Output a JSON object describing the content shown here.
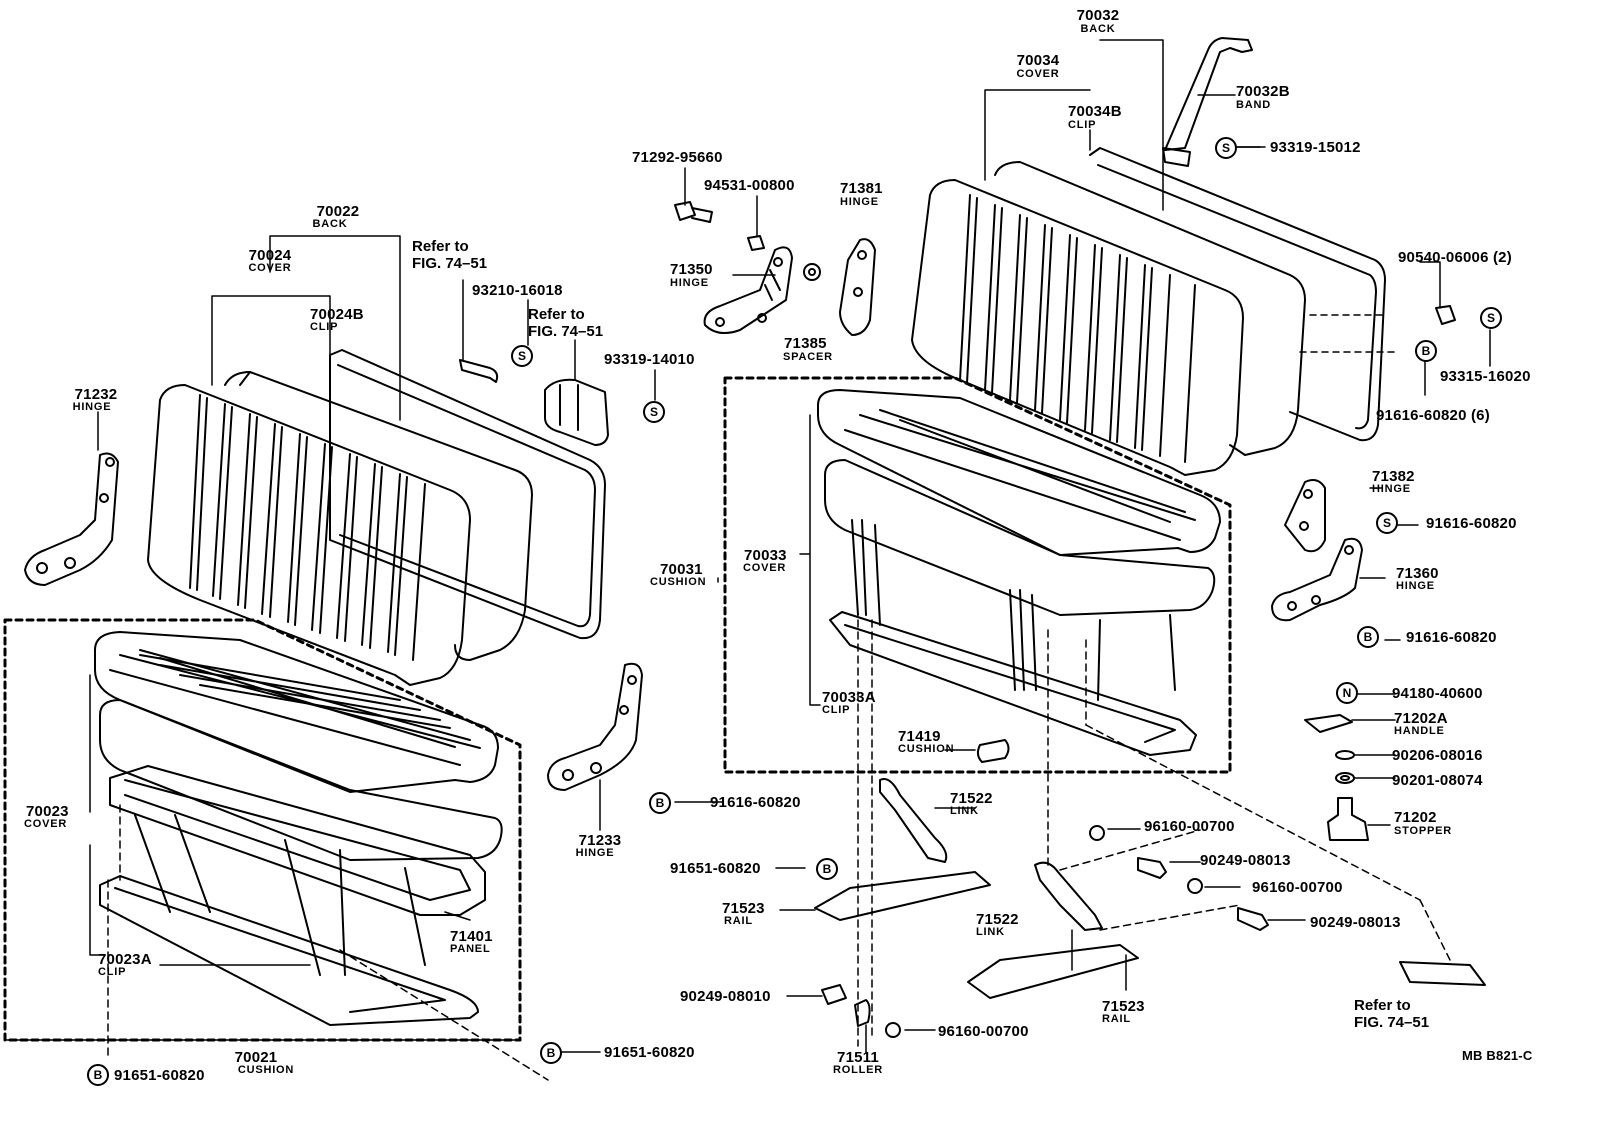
{
  "footer": {
    "figure_code": "MB B821-C"
  },
  "symbols": {
    "S": "S",
    "B": "B",
    "N": "N"
  },
  "parts": {
    "p70032": "70032",
    "p70032_cap": "BACK",
    "p70034": "70034",
    "p70034_cap": "COVER",
    "p70034B": "70034B",
    "p70034B_cap": "CLIP",
    "p70032B": "70032B",
    "p70032B_cap": "BAND",
    "p93319_15012": "93319-15012",
    "p71292_95660": "71292-95660",
    "p94531_00800": "94531-00800",
    "p71381": "71381",
    "p71381_cap": "HINGE",
    "p71350": "71350",
    "p71350_cap": "HINGE",
    "p71385": "71385",
    "p71385_cap": "SPACER",
    "p90540_06006": "90540-06006 (2)",
    "p93315_16020": "93315-16020",
    "p91616_60820_6": "91616-60820 (6)",
    "p70022": "70022",
    "p70022_cap": "BACK",
    "p70024": "70024",
    "p70024_cap": "COVER",
    "p70024B": "70024B",
    "p70024B_cap": "CLIP",
    "ref_a_line1": "Refer to",
    "ref_a_line2": "FIG. 74–51",
    "p93210_16018": "93210-16018",
    "ref_b_line1": "Refer to",
    "ref_b_line2": "FIG. 74–51",
    "p93319_14010": "93319-14010",
    "p71232": "71232",
    "p71232_cap": "HINGE",
    "p71382": "71382",
    "p71382_cap": "HINGE",
    "p91616_60820_a": "91616-60820",
    "p71360": "71360",
    "p71360_cap": "HINGE",
    "p91616_60820_b": "91616-60820",
    "p70031": "70031",
    "p70031_cap": "CUSHION",
    "p70033": "70033",
    "p70033_cap": "COVER",
    "p70033A": "70033A",
    "p70033A_cap": "CLIP",
    "p71419": "71419",
    "p71419_cap": "CUSHION",
    "p94180_40600": "94180-40600",
    "p71202A": "71202A",
    "p71202A_cap": "HANDLE",
    "p90206_08016": "90206-08016",
    "p90201_08074": "90201-08074",
    "p71202": "71202",
    "p71202_cap": "STOPPER",
    "p91616_60820_c": "91616-60820",
    "p71522_a": "71522",
    "p71522_a_cap": "LINK",
    "p96160_00700_a": "96160-00700",
    "p90249_08013_a": "90249-08013",
    "p96160_00700_b": "96160-00700",
    "p90249_08013_b": "90249-08013",
    "p91651_60820_a": "91651-60820",
    "p71523_a": "71523",
    "p71523_a_cap": "RAIL",
    "p71522_b": "71522",
    "p71522_b_cap": "LINK",
    "p71523_b": "71523",
    "p71523_b_cap": "RAIL",
    "ref_c_line1": "Refer to",
    "ref_c_line2": "FIG. 74–51",
    "p90249_08010": "90249-08010",
    "p96160_00700_c": "96160-00700",
    "p71511": "71511",
    "p71511_cap": "ROLLER",
    "p70023": "70023",
    "p70023_cap": "COVER",
    "p70023A": "70023A",
    "p70023A_cap": "CLIP",
    "p71401": "71401",
    "p71401_cap": "PANEL",
    "p71233": "71233",
    "p71233_cap": "HINGE",
    "p70021": "70021",
    "p70021_cap": "CUSHION",
    "p91651_60820_b": "91651-60820",
    "p91651_60820_c": "91651-60820"
  }
}
